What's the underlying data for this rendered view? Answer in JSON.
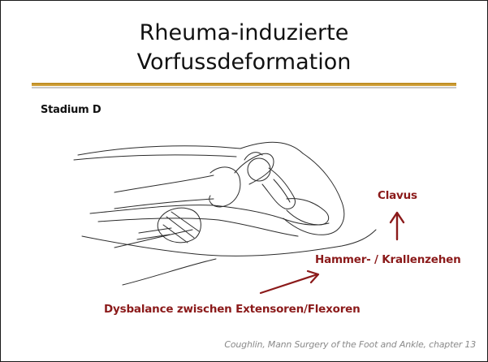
{
  "slide": {
    "title_lines": [
      "Rheuma-induzierte",
      "Vorfussdeformation"
    ],
    "stage_label": "Stadium D",
    "annotations": {
      "clavus": "Clavus",
      "hammer": "Hammer- / Krallenzehen",
      "dysbalance": "Dysbalance zwischen Extensoren/Flexoren"
    },
    "citation": "Coughlin, Mann Surgery of the Foot and Ankle, chapter 13"
  },
  "colors": {
    "accent_rule": "#c8962e",
    "annotation_text": "#8b1a1a",
    "citation_text": "#8a8a8a"
  },
  "illustration": {
    "subject": "lateral toe sketch with hammer / claw toe deformity",
    "icons": [
      "arrow-up-icon",
      "arrow-diagonal-icon"
    ]
  }
}
